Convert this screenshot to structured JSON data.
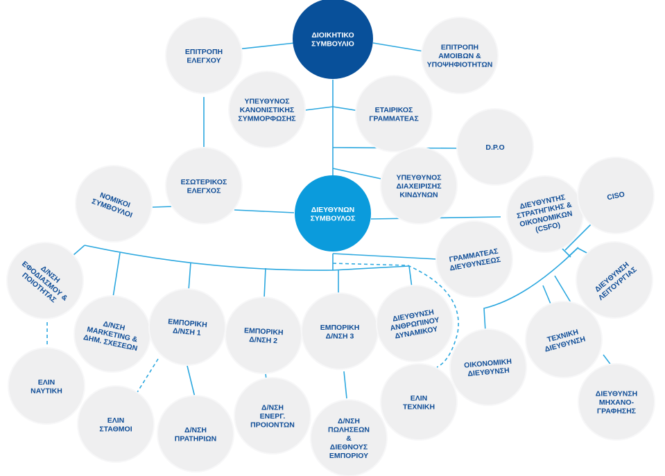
{
  "diagram": {
    "colors": {
      "board": "#08509a",
      "ceo": "#0b9bdc",
      "node": "#efeff0",
      "text": "#0e4c96",
      "line": "#2aa7df"
    },
    "nodes": [
      {
        "id": "board",
        "lines": [
          "ΔΙΟΙΚΗΤΙΚΟ",
          "ΣΥΜΒΟΥΛΙΟ"
        ],
        "style": "board"
      },
      {
        "id": "audit-committee",
        "lines": [
          "ΕΠΙΤΡΟΠΗ",
          "ΕΛΕΓΧΟΥ"
        ]
      },
      {
        "id": "remuneration-committee",
        "lines": [
          "ΕΠΙΤΡΟΠΗ",
          "ΑΜΟΙΒΩΝ &",
          "ΥΠΟΨΗΦΙΟΤΗΤΩΝ"
        ]
      },
      {
        "id": "compliance-officer",
        "lines": [
          "ΥΠΕΥΘΥΝΟΣ",
          "ΚΑΝΟΝΙΣΤΙΚΗΣ",
          "ΣΥΜΜΟΡΦΩΣΗΣ"
        ]
      },
      {
        "id": "corporate-secretary",
        "lines": [
          "ΕΤΑΙΡΙΚΟΣ",
          "ΓΡΑΜΜΑΤΕΑΣ"
        ]
      },
      {
        "id": "dpo",
        "lines": [
          "D.P.O"
        ]
      },
      {
        "id": "internal-audit",
        "lines": [
          "ΕΣΩΤΕΡΙΚΟΣ",
          "ΕΛΕΓΧΟΣ"
        ]
      },
      {
        "id": "risk-officer",
        "lines": [
          "ΥΠΕΥΘΥΝΟΣ",
          "ΔΙΑΧΕΙΡΙΣΗΣ",
          "ΚΙΝΔΥΝΩΝ"
        ]
      },
      {
        "id": "legal-advisors",
        "lines": [
          "ΝΟΜΙΚΟΙ",
          "ΣΥΜΒΟΥΛΟΙ"
        ]
      },
      {
        "id": "ceo",
        "lines": [
          "ΔΙΕΥΘΥΝΩΝ",
          "ΣΥΜΒΟΥΛΟΣ"
        ],
        "style": "ceo"
      },
      {
        "id": "csfo",
        "lines": [
          "ΔΙΕΥΘΥΝΤΗΣ",
          "ΣΤΡΑΤΗΓΙΚΗΣ &",
          "ΟΙΚΟΝΟΜΙΚΩΝ",
          "(CSFO)"
        ]
      },
      {
        "id": "ciso",
        "lines": [
          "CISO"
        ]
      },
      {
        "id": "management-secretary",
        "lines": [
          "ΓΡΑΜΜΑΤΕΑΣ",
          "ΔΙΕΥΘΥΝΣΕΩΣ"
        ]
      },
      {
        "id": "supply-quality",
        "lines": [
          "Δ/ΝΣΗ",
          "ΕΦΟΔΙΑΣΜΟΥ &",
          "ΠΟΙΟΤΗΤΑΣ"
        ]
      },
      {
        "id": "marketing",
        "lines": [
          "Δ/ΝΣΗ",
          "MARKETING &",
          "ΔΗΜ. ΣΧΕΣΕΩΝ"
        ]
      },
      {
        "id": "commercial-1",
        "lines": [
          "ΕΜΠΟΡΙΚΗ",
          "Δ/ΝΣΗ 1"
        ]
      },
      {
        "id": "commercial-2",
        "lines": [
          "ΕΜΠΟΡΙΚΗ",
          "Δ/ΝΣΗ 2"
        ]
      },
      {
        "id": "commercial-3",
        "lines": [
          "ΕΜΠΟΡΙΚΗ",
          "Δ/ΝΣΗ 3"
        ]
      },
      {
        "id": "human-resources",
        "lines": [
          "ΔΙΕΥΘΥΝΣΗ",
          "ΑΝΘΡΩΠΙΝΟΥ",
          "ΔΥΝΑΜΙΚΟΥ"
        ]
      },
      {
        "id": "operations",
        "lines": [
          "ΔΙΕΥΘΥΝΣΗ",
          "ΛΕΙΤΟΥΡΓΙΑΣ"
        ]
      },
      {
        "id": "technical",
        "lines": [
          "ΤΕΧΝΙΚΗ",
          "ΔΙΕΥΘΥΝΣΗ"
        ]
      },
      {
        "id": "financial",
        "lines": [
          "ΟΙΚΟΝΟΜΙΚΗ",
          "ΔΙΕΥΘΥΝΣΗ"
        ]
      },
      {
        "id": "it",
        "lines": [
          "ΔΙΕΥΘΥΝΣΗ",
          "ΜΗΧΑΝΟ-",
          "ΓΡΑΦΗΣΗΣ"
        ]
      },
      {
        "id": "elin-naftiki",
        "lines": [
          "ΕΛΙΝ",
          "ΝΑΥΤΙΚΗ"
        ]
      },
      {
        "id": "elin-stathmoi",
        "lines": [
          "ΕΛΙΝ",
          "ΣΤΑΘΜΟΙ"
        ]
      },
      {
        "id": "stations",
        "lines": [
          "Δ/ΝΣΗ",
          "ΠΡΑΤΗΡΙΩΝ"
        ]
      },
      {
        "id": "energy-products",
        "lines": [
          "Δ/ΝΣΗ",
          "ΕΝΕΡΓ.",
          "ΠΡΟΙΟΝΤΩΝ"
        ]
      },
      {
        "id": "sales-trade",
        "lines": [
          "Δ/ΝΣΗ",
          "ΠΩΛΗΣΕΩΝ",
          "&",
          "ΔΙΕΘΝΟΥΣ",
          "ΕΜΠΟΡΙΟΥ"
        ]
      },
      {
        "id": "elin-techniki",
        "lines": [
          "ΕΛΙΝ",
          "ΤΕΧΝΙΚΗ"
        ]
      }
    ]
  }
}
